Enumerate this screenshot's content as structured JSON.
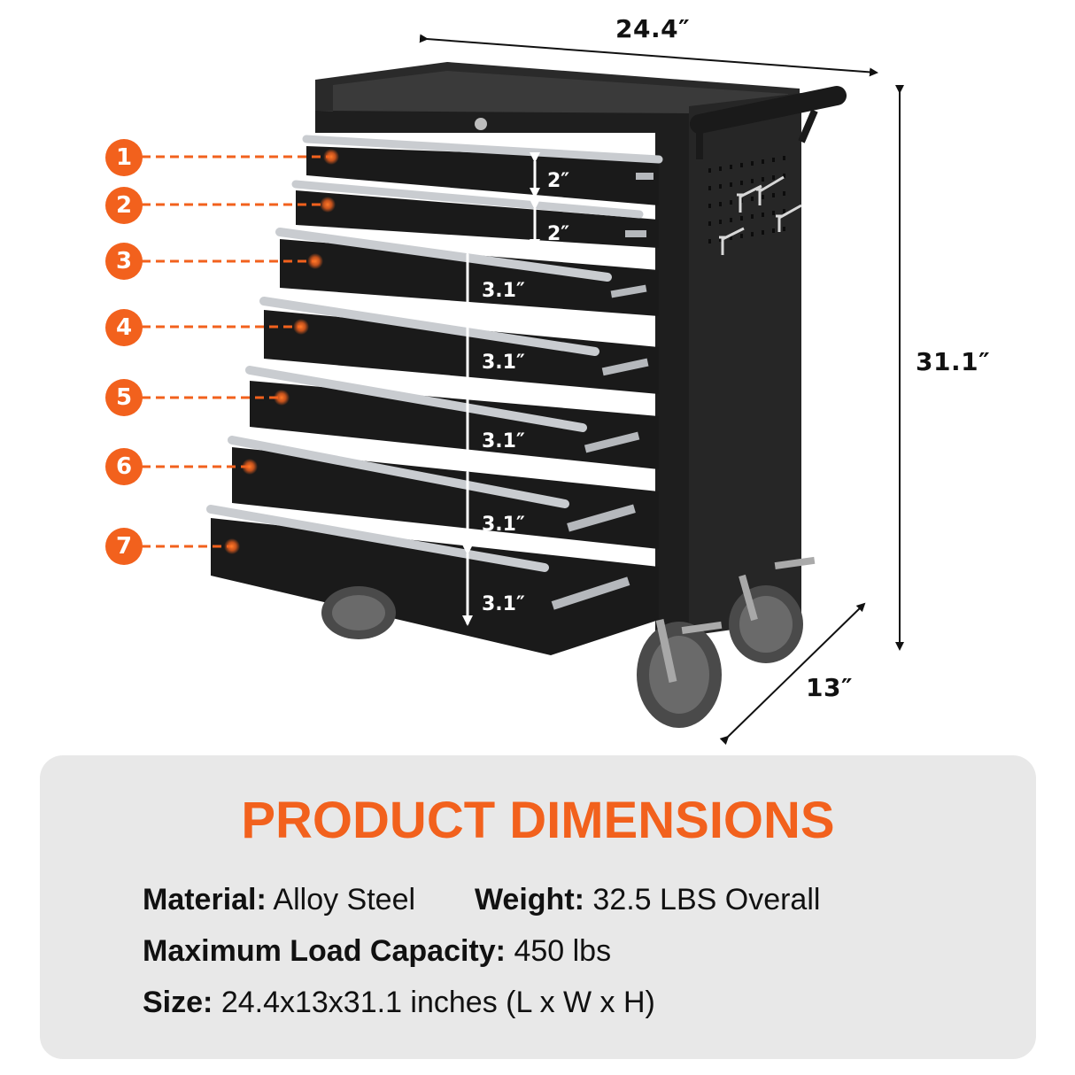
{
  "dimensions": {
    "length": "24.4″",
    "height": "31.1″",
    "width": "13″"
  },
  "drawers": [
    {
      "number": "1",
      "height": "2″"
    },
    {
      "number": "2",
      "height": "2″"
    },
    {
      "number": "3",
      "height": "3.1″"
    },
    {
      "number": "4",
      "height": "3.1″"
    },
    {
      "number": "5",
      "height": "3.1″"
    },
    {
      "number": "6",
      "height": "3.1″"
    },
    {
      "number": "7",
      "height": "3.1″"
    }
  ],
  "info": {
    "title": "PRODUCT DIMENSIONS",
    "material_label": "Material:",
    "material_value": "Alloy Steel",
    "weight_label": "Weight:",
    "weight_value": "32.5 LBS Overall",
    "load_label": "Maximum Load Capacity:",
    "load_value": "450 lbs",
    "size_label": "Size:",
    "size_value": "24.4x13x31.1 inches (L x W x H)"
  },
  "colors": {
    "accent": "#f2611d",
    "panel_bg": "#e8e8e8",
    "cabinet": "#1c1c1c",
    "handle": "#c9ccd0"
  }
}
